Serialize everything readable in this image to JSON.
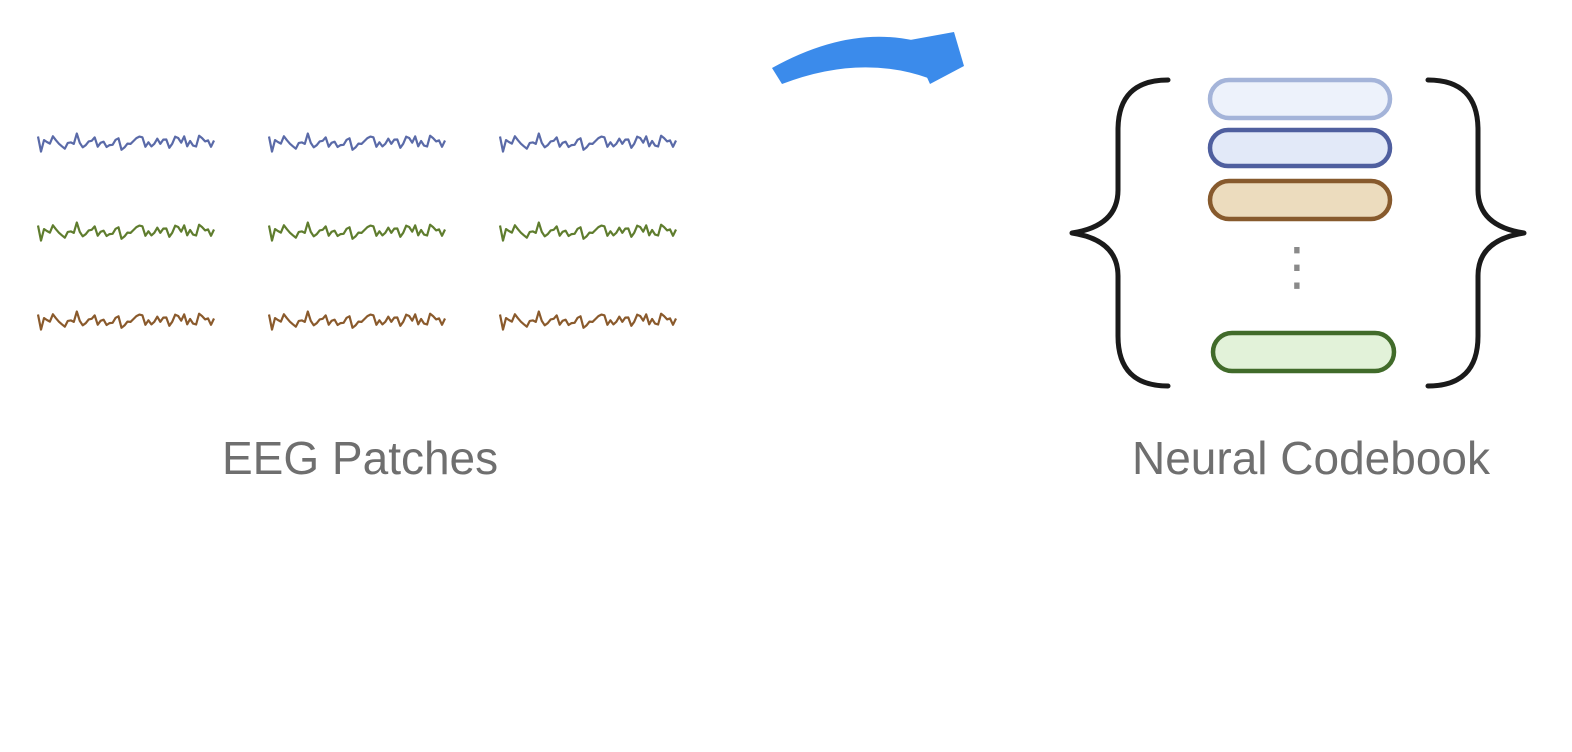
{
  "labels": {
    "eeg_patches": "EEG Patches",
    "neural_codebook": "Neural Codebook"
  },
  "colors": {
    "arrow": "#3b8beb",
    "bracket": "#1a1a1a",
    "text": "#6f6f6f",
    "dots": "#8a8a8a"
  },
  "signal_rows": [
    {
      "name": "blue",
      "stroke": "#5a6aa8"
    },
    {
      "name": "green",
      "stroke": "#5f7d2e"
    },
    {
      "name": "brown",
      "stroke": "#8a5a2c"
    }
  ],
  "codebook_entries": [
    {
      "name": "light-blue",
      "fill": "#edf2fb",
      "stroke": "#a4b4d9"
    },
    {
      "name": "blue",
      "fill": "#e2e9f8",
      "stroke": "#4f5f9f"
    },
    {
      "name": "tan",
      "fill": "#ecdcbe",
      "stroke": "#875a2d"
    },
    {
      "name": "green",
      "fill": "#e2f2d9",
      "stroke": "#416b2a"
    }
  ],
  "ellipsis": "⋮"
}
